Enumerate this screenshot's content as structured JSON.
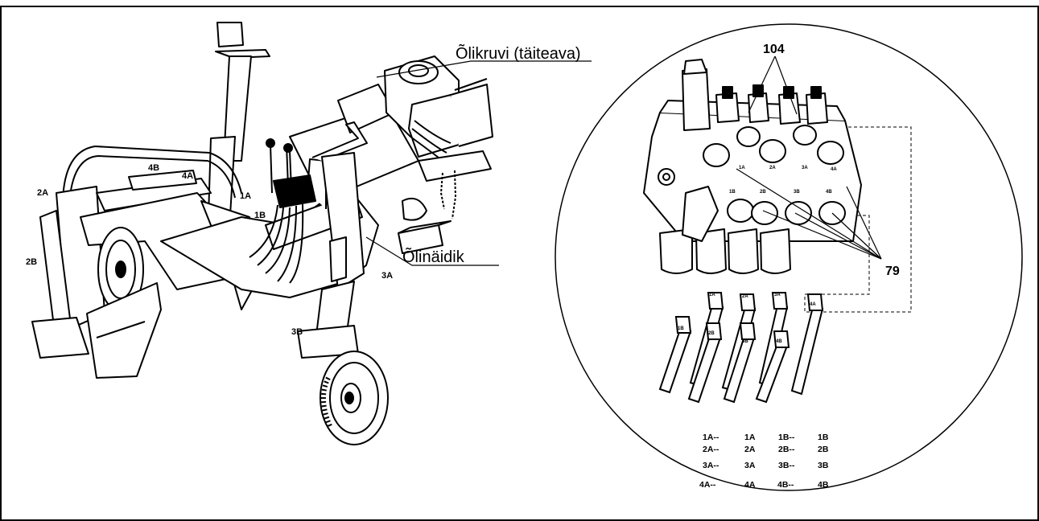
{
  "labels": {
    "oil_screw": "Õlikruvi (täiteava)",
    "oil_gauge": "Õlinäidik",
    "valve_ref": "104",
    "hose_ref": "79"
  },
  "machine_ports": [
    "4B",
    "4A",
    "2A",
    "1A",
    "1B",
    "2B",
    "3A",
    "3B"
  ],
  "valve_ports_top": [
    "1A",
    "2A",
    "3A",
    "4A"
  ],
  "valve_ports_bottom": [
    "1B",
    "2B",
    "3B",
    "4B"
  ],
  "hose_tags": [
    "1A",
    "2A",
    "3A",
    "4A",
    "1B",
    "2B",
    "3B",
    "4B"
  ],
  "legend": [
    [
      "1A--",
      "1A",
      "1B--",
      "1B"
    ],
    [
      "2A--",
      "2A",
      "2B--",
      "2B"
    ],
    [
      "3A--",
      "3A",
      "3B--",
      "3B"
    ],
    [
      "4A--",
      "4A",
      "4B--",
      "4B"
    ]
  ]
}
